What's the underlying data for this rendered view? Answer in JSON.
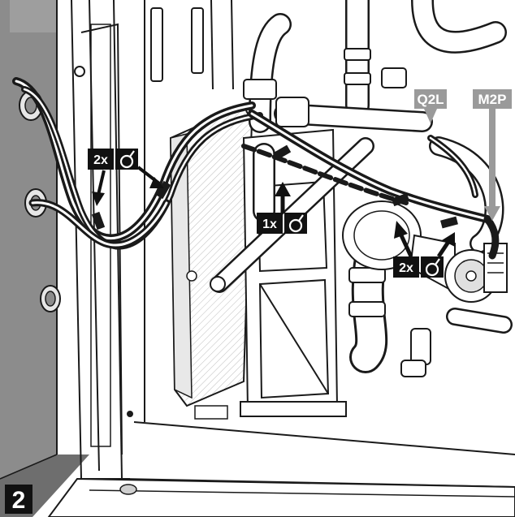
{
  "figure": {
    "step_number": "2",
    "colors": {
      "line": "#1a1a1a",
      "panel_gray": "#8c8c8c",
      "panel_dark": "#6e6e6e",
      "light_gray": "#cfcfcf",
      "callout_bg": "#111111",
      "callout_text": "#ffffff",
      "tag_gray": "#9a9a9a"
    },
    "callouts": [
      {
        "quantity": "2x",
        "icon": "cable-tie-icon"
      },
      {
        "quantity": "1x",
        "icon": "cable-tie-icon"
      },
      {
        "quantity": "2x",
        "icon": "cable-tie-icon"
      }
    ],
    "component_tags": [
      {
        "label": "Q2L"
      },
      {
        "label": "M2P"
      }
    ]
  }
}
